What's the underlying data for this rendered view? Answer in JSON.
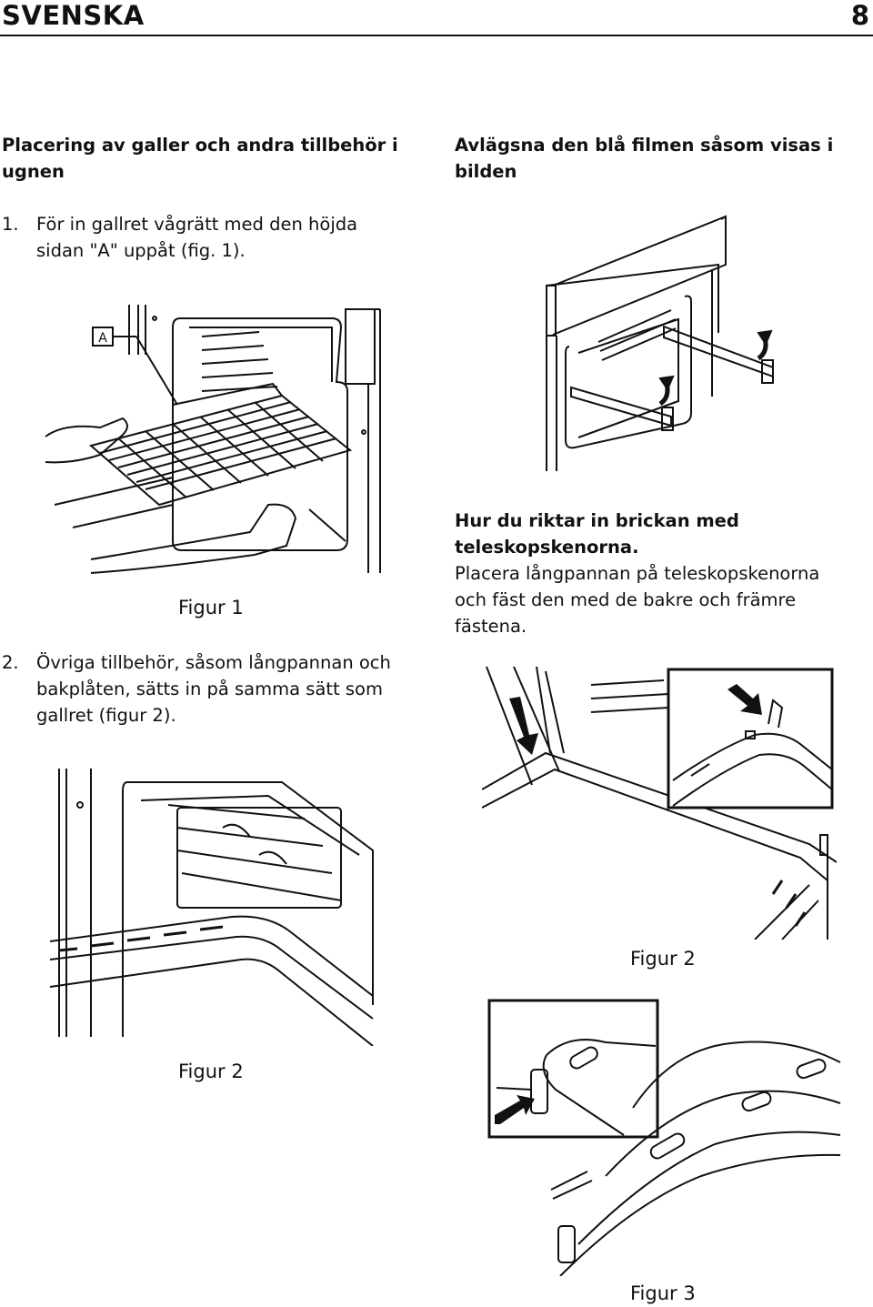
{
  "header": {
    "language": "SVENSKA",
    "page_number": "8"
  },
  "left": {
    "heading": "Placering av galler och andra tillbehör i ugnen",
    "step1": {
      "number": "1.",
      "text": "För in gallret vågrätt med den höjda sidan \"A\" uppåt (fig. 1)."
    },
    "figure1_label_a": "A",
    "figure1_caption": "Figur 1",
    "step2": {
      "number": "2.",
      "text": "Övriga tillbehör, såsom långpannan och bakplåten, sätts in på samma sätt som gallret (figur 2)."
    },
    "figure2_caption": "Figur 2"
  },
  "right": {
    "heading1": "Avlägsna den blå filmen såsom visas i bilden",
    "heading2": "Hur du riktar in brickan med teleskopskenorna.",
    "paragraph": "Placera långpannan på teleskopskenorna och fäst den med de bakre och främre fästena.",
    "figure2_caption": "Figur 2",
    "figure3_caption": "Figur 3"
  }
}
